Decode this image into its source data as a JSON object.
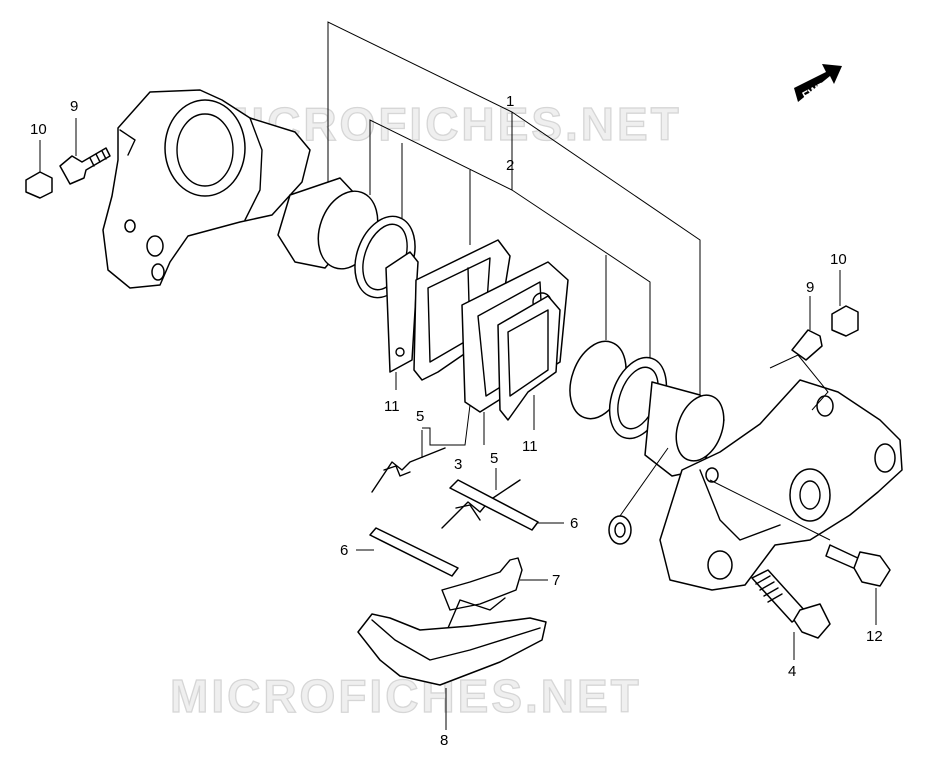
{
  "watermarks": [
    "MICROFICHES.NET",
    "MICROFICHES.NET"
  ],
  "fwd_label": "FWD",
  "part_labels": {
    "p1": "1",
    "p2": "2",
    "p3": "3",
    "p4": "4",
    "p5a": "5",
    "p5b": "5",
    "p6a": "6",
    "p6b": "6",
    "p7": "7",
    "p8": "8",
    "p9a": "9",
    "p9b": "9",
    "p10a": "10",
    "p10b": "10",
    "p11a": "11",
    "p11b": "11",
    "p12": "12"
  }
}
